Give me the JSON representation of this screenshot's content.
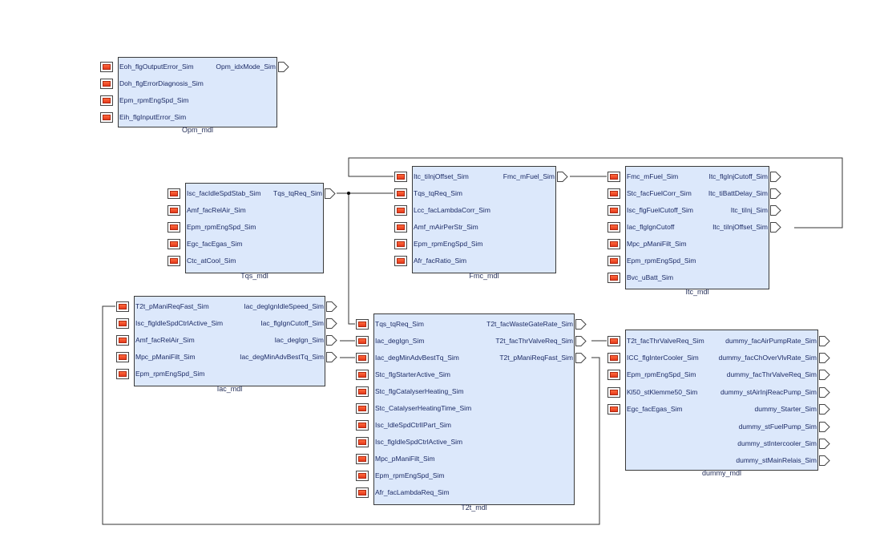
{
  "diagram": {
    "blocks": [
      {
        "id": "opm",
        "label": "Opm_mdl",
        "inputs": [
          "Eoh_flgOutputError_Sim",
          "Doh_flgErrorDiagnosis_Sim",
          "Epm_rpmEngSpd_Sim",
          "Eih_flgInputError_Sim"
        ],
        "outputs": [
          "Opm_idxMode_Sim"
        ]
      },
      {
        "id": "tqs",
        "label": "Tqs_mdl",
        "inputs": [
          "Isc_facIdleSpdStab_Sim",
          "Amf_facRelAir_Sim",
          "Epm_rpmEngSpd_Sim",
          "Egc_facEgas_Sim",
          "Ctc_atCool_Sim"
        ],
        "outputs": [
          "Tqs_tqReq_Sim"
        ]
      },
      {
        "id": "fmc",
        "label": "Fmc_mdl",
        "inputs": [
          "Itc_tiInjOffset_Sim",
          "Tqs_tqReq_Sim",
          "Lcc_facLambdaCorr_Sim",
          "Amf_mAirPerStr_Sim",
          "Epm_rpmEngSpd_Sim",
          "Afr_facRatio_Sim"
        ],
        "outputs": [
          "Fmc_mFuel_Sim"
        ]
      },
      {
        "id": "itc",
        "label": "Itc_mdl",
        "inputs": [
          "Fmc_mFuel_Sim",
          "Stc_facFuelCorr_Sim",
          "Isc_flgFuelCutoff_Sim",
          "Iac_flgIgnCutoff",
          "Mpc_pManiFilt_Sim",
          "Epm_rpmEngSpd_Sim",
          "Bvc_uBatt_Sim"
        ],
        "outputs": [
          "Itc_flgInjCutoff_Sim",
          "Itc_tiBattDelay_Sim",
          "Itc_tiInj_Sim",
          "Itc_tiInjOffset_Sim"
        ]
      },
      {
        "id": "iac",
        "label": "Iac_mdl",
        "inputs": [
          "T2t_pManiReqFast_Sim",
          "Isc_flgIdleSpdCtrlActive_Sim",
          "Amf_facRelAir_Sim",
          "Mpc_pManiFilt_Sim",
          "Epm_rpmEngSpd_Sim"
        ],
        "outputs": [
          "Iac_degIgnIdleSpeed_Sim",
          "Iac_flgIgnCutoff_Sim",
          "Iac_degIgn_Sim",
          "Iac_degMinAdvBestTq_Sim"
        ]
      },
      {
        "id": "t2t",
        "label": "T2t_mdl",
        "inputs": [
          "Tqs_tqReq_Sim",
          "Iac_degIgn_Sim",
          "Iac_degMinAdvBestTq_Sim",
          "Stc_flgStarterActive_Sim",
          "Stc_flgCatalyserHeating_Sim",
          "Stc_CatalyserHeatingTime_Sim",
          "Isc_IdleSpdCtrlIPart_Sim",
          "Isc_flgIdleSpdCtrlActive_Sim",
          "Mpc_pManiFilt_Sim",
          "Epm_rpmEngSpd_Sim",
          "Afr_facLambdaReq_Sim"
        ],
        "outputs": [
          "T2t_facWasteGateRate_Sim",
          "T2t_facThrValveReq_Sim",
          "T2t_pManiReqFast_Sim"
        ]
      },
      {
        "id": "dummy",
        "label": "dummy_mdl",
        "inputs": [
          "T2t_facThrValveReq_Sim",
          "ICC_flgInterCooler_Sim",
          "Epm_rpmEngSpd_Sim",
          "Kl50_stKlemme50_Sim",
          "Egc_facEgas_Sim"
        ],
        "outputs": [
          "dummy_facAirPumpRate_Sim",
          "dummy_facChOverVlvRate_Sim",
          "dummy_facThrValveReq_Sim",
          "dummy_stAirInjReacPump_Sim",
          "dummy_Starter_Sim",
          "dummy_stFuelPump_Sim",
          "dummy_stIntercooler_Sim",
          "dummy_stMainRelais_Sim"
        ]
      }
    ]
  }
}
